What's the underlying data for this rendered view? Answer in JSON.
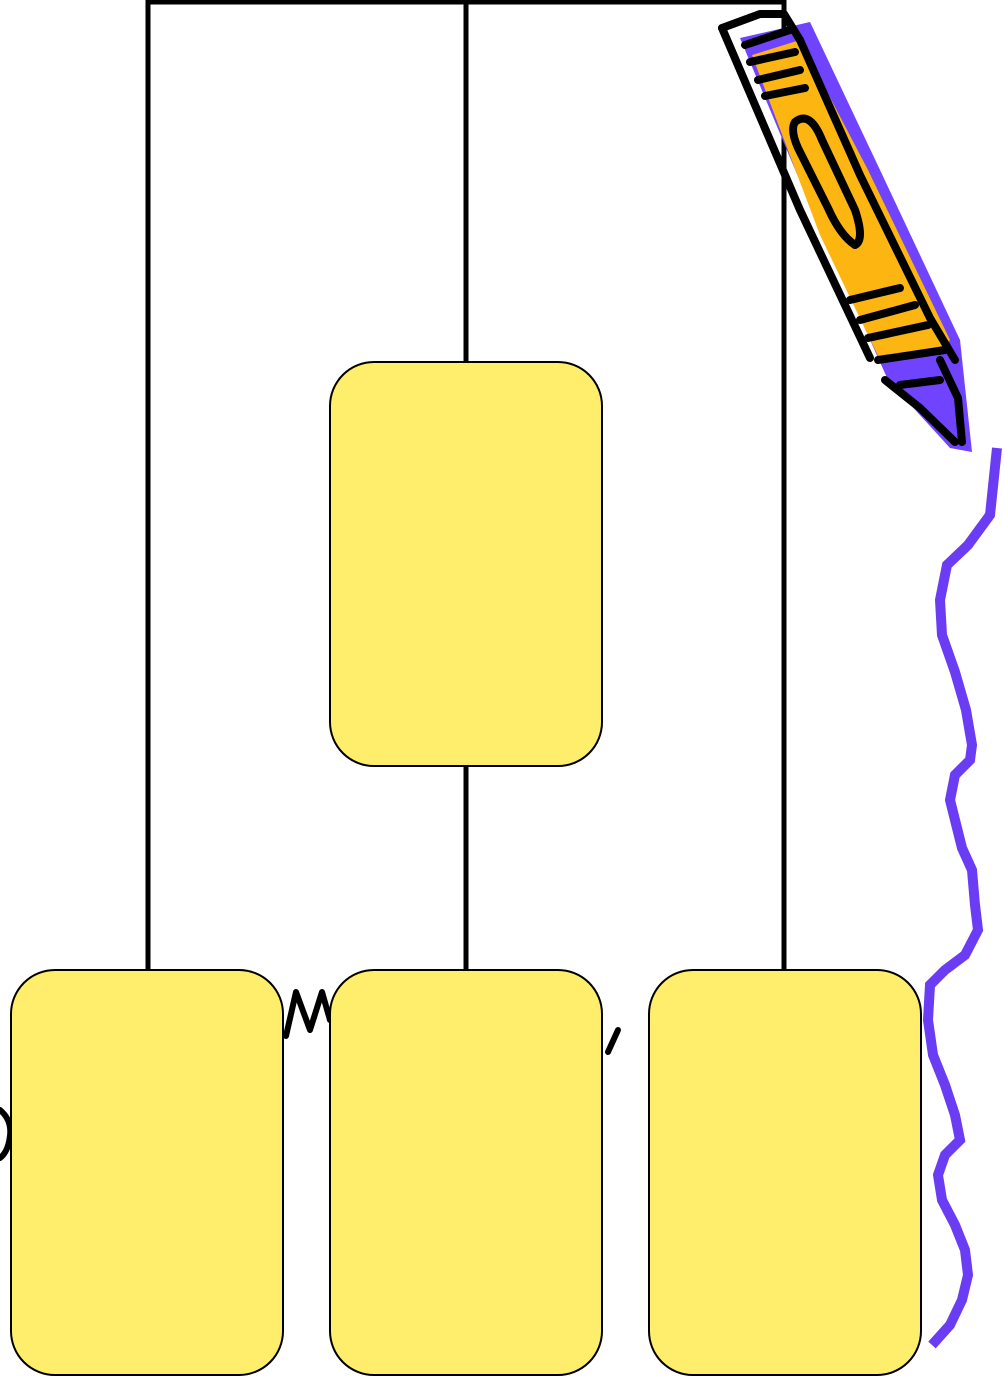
{
  "diagram": {
    "type": "hierarchy",
    "nodes": [
      {
        "id": "middle-box",
        "text": ""
      },
      {
        "id": "bottom-left-box",
        "text": ""
      },
      {
        "id": "bottom-center-box",
        "text": ""
      },
      {
        "id": "bottom-right-box",
        "text": ""
      }
    ]
  },
  "colors": {
    "box_fill": "#FEEE6C",
    "box_stroke": "#000000",
    "line": "#000000",
    "pencil_body": "#FCB511",
    "pencil_shadow": "#7043FF",
    "squiggle": "#6A3CF4"
  },
  "icons": {
    "pencil": "pencil-icon",
    "squiggle": "squiggle-line-decoration"
  }
}
